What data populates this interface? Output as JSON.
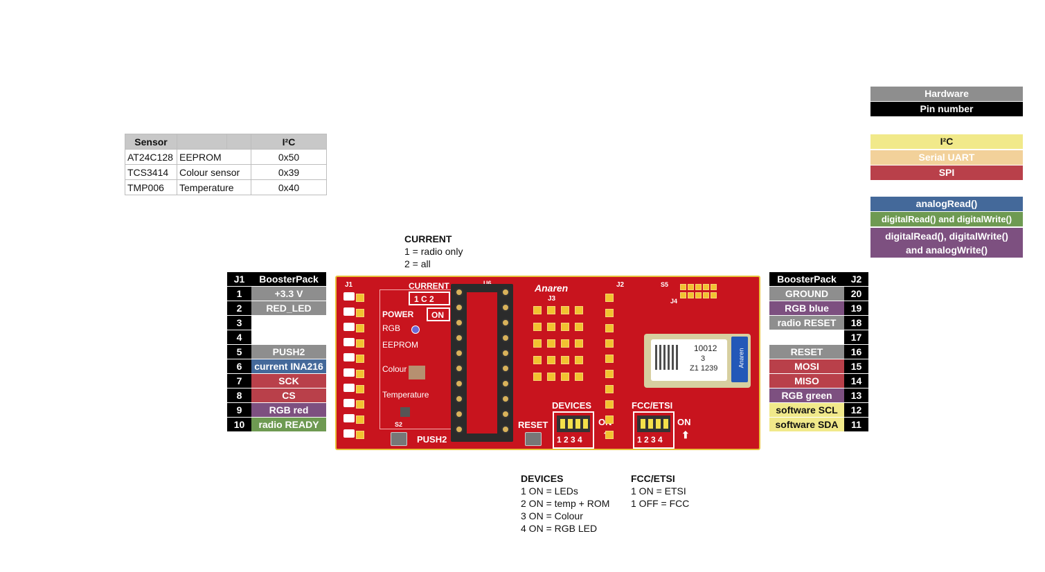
{
  "sensor_table": {
    "headers": [
      "Sensor",
      "",
      "",
      "I²C"
    ],
    "rows": [
      [
        "AT24C128",
        "EEPROM",
        "0x50"
      ],
      [
        "TCS3414",
        "Colour sensor",
        "0x39"
      ],
      [
        "TMP006",
        "Temperature",
        "0x40"
      ]
    ]
  },
  "legend": {
    "hardware": "Hardware",
    "pin_number": "Pin number",
    "i2c": "I²C",
    "serial": "Serial UART",
    "spi": "SPI",
    "analog_read": "analogRead()",
    "digital_rw": "digitalRead() and digitalWrite()",
    "digital_rw_analog_1": "digitalRead(), digitalWrite()",
    "digital_rw_analog_2": "and analogWrite()"
  },
  "colors": {
    "hardware": "#8e8e8e",
    "i2c": "#f1e98a",
    "serial": "#f2d19a",
    "spi": "#b9404a",
    "analog": "#44699a",
    "digital": "#6e9a52",
    "pwm": "#7d5080"
  },
  "j1": {
    "header": [
      "J1",
      "BoosterPack"
    ],
    "rows": [
      {
        "pin": "1",
        "label": "+3.3 V",
        "type": "hardware"
      },
      {
        "pin": "2",
        "label": "RED_LED",
        "type": "hardware"
      },
      {
        "pin": "3",
        "label": "",
        "type": "none"
      },
      {
        "pin": "4",
        "label": "",
        "type": "none"
      },
      {
        "pin": "5",
        "label": "PUSH2",
        "type": "hardware"
      },
      {
        "pin": "6",
        "label": "current INA216",
        "type": "analog"
      },
      {
        "pin": "7",
        "label": "SCK",
        "type": "spi"
      },
      {
        "pin": "8",
        "label": "CS",
        "type": "spi"
      },
      {
        "pin": "9",
        "label": "RGB red",
        "type": "pwm"
      },
      {
        "pin": "10",
        "label": "radio READY",
        "type": "digital"
      }
    ]
  },
  "j2": {
    "header": [
      "BoosterPack",
      "J2"
    ],
    "rows": [
      {
        "pin": "20",
        "label": "GROUND",
        "type": "hardware"
      },
      {
        "pin": "19",
        "label": "RGB blue",
        "type": "pwm"
      },
      {
        "pin": "18",
        "label": "radio RESET",
        "type": "hardware"
      },
      {
        "pin": "17",
        "label": "",
        "type": "none"
      },
      {
        "pin": "16",
        "label": "RESET",
        "type": "hardware"
      },
      {
        "pin": "15",
        "label": "MOSI",
        "type": "spi"
      },
      {
        "pin": "14",
        "label": "MISO",
        "type": "spi"
      },
      {
        "pin": "13",
        "label": "RGB green",
        "type": "pwm"
      },
      {
        "pin": "12",
        "label": "software SCL",
        "type": "i2c"
      },
      {
        "pin": "11",
        "label": "software SDA",
        "type": "i2c"
      }
    ]
  },
  "board": {
    "brand": "Anaren",
    "j1_silk": "J1",
    "j2_silk": "J2",
    "j3_silk": "J3",
    "j4_silk": "J4",
    "u6_silk": "U6",
    "current": "CURRENT",
    "current_pins": "1 C 2",
    "power": "POWER",
    "on": "ON",
    "rgb": "RGB",
    "eeprom": "EEPROM",
    "colour": "Colour",
    "temperature": "Temperature",
    "push2": "PUSH2",
    "reset": "RESET",
    "devices": "DEVICES",
    "fcc_etsi": "FCC/ETSI",
    "dip_numbers": "1 2 3 4",
    "module_line1": "10012",
    "module_line2": "3",
    "module_line3": "Z1 1239",
    "module_brand": "Anaren",
    "s2": "S2",
    "s5": "S5"
  },
  "notes": {
    "current_title": "CURRENT",
    "current_l1": "1 = radio only",
    "current_l2": "2 = all",
    "devices_title": "DEVICES",
    "devices_l1": "1 ON = LEDs",
    "devices_l2": "2 ON = temp + ROM",
    "devices_l3": "3 ON = Colour",
    "devices_l4": "4 ON = RGB LED",
    "fcc_title": "FCC/ETSI",
    "fcc_l1": "1 ON = ETSI",
    "fcc_l2": "1 OFF = FCC"
  }
}
